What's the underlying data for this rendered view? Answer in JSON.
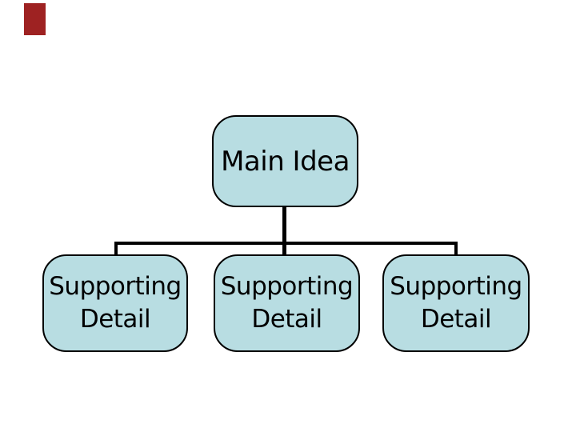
{
  "diagram": {
    "main_node": {
      "label": "Main Idea"
    },
    "detail_nodes": [
      {
        "label": "Supporting\nDetail"
      },
      {
        "label": "Supporting\nDetail"
      },
      {
        "label": "Supporting\nDetail"
      }
    ]
  },
  "decoration": {
    "corner_bar_color": "#9e2222"
  },
  "colors": {
    "background": "#ffffff",
    "node_fill": "#b8dde2",
    "node_border": "#000000",
    "connector": "#000000",
    "text": "#000000"
  }
}
